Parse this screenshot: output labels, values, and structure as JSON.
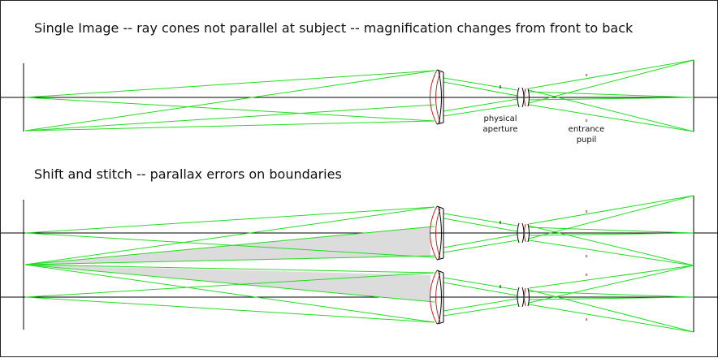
{
  "labels": {
    "heading_single": "Single Image -- ray cones not parallel at subject -- magnification changes from front to back",
    "heading_shift": "Shift and stitch -- parallax errors on boundaries",
    "physical_aperture": [
      "physical",
      "aperture"
    ],
    "entrance_pupil": [
      "entrance",
      "pupil"
    ]
  },
  "colors": {
    "ray": "#22dd22",
    "lens_front": "#cc2222",
    "lens_back": "#000000",
    "cone_fill": "#dcdcdc",
    "pupil_mark": "#cc2222",
    "text": "#111111"
  }
}
